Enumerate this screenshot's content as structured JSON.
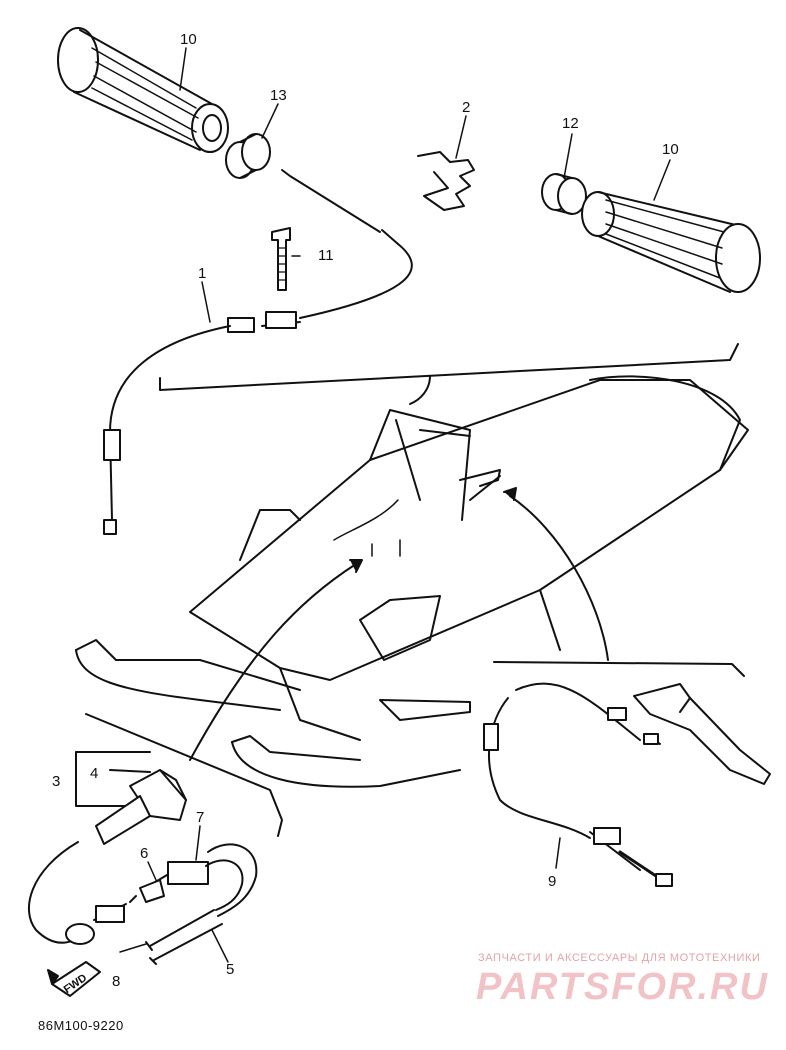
{
  "callouts": {
    "c1": "1",
    "c2": "2",
    "c3": "3",
    "c4": "4",
    "c5": "5",
    "c6": "6",
    "c7": "7",
    "c8": "8",
    "c9": "9",
    "c10a": "10",
    "c10b": "10",
    "c11": "11",
    "c12": "12",
    "c13": "13"
  },
  "fwd_label": "FWD",
  "diagram_code": "86M100-9220",
  "watermark": {
    "tagline": "ЗАПЧАСТИ И АКСЕССУАРЫ ДЛЯ МОТОТЕХНИКИ",
    "brand": "PARTSFOR.RU"
  },
  "colors": {
    "line": "#111111",
    "watermark": "#f1c2c6"
  }
}
